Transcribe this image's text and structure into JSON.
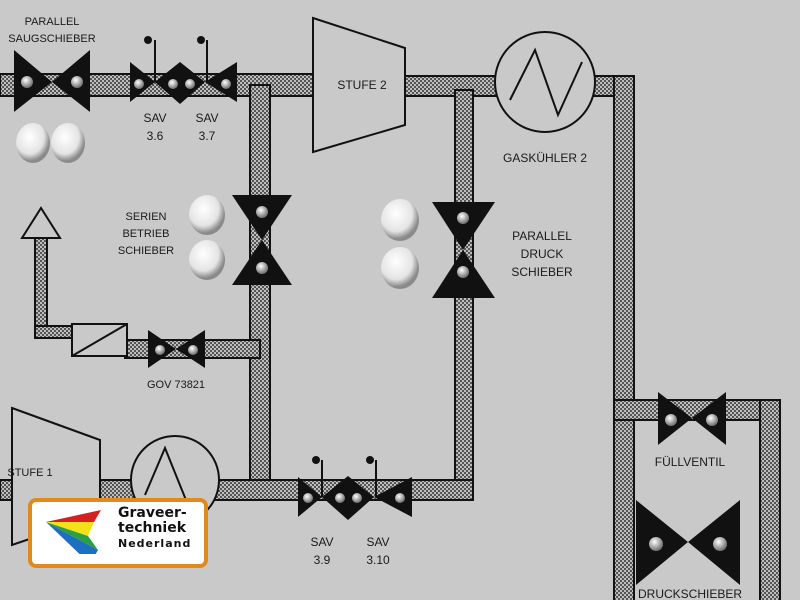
{
  "labels": {
    "parallel_saugschieber": [
      "PARALLEL",
      "SAUGSCHIEBER"
    ],
    "sav_36": [
      "SAV",
      "3.6"
    ],
    "sav_37": [
      "SAV",
      "3.7"
    ],
    "stufe2": "STUFE 2",
    "gaskuehler2": "GASKÜHLER 2",
    "serien_betrieb_schieber": [
      "SERIEN",
      "BETRIEB",
      "SCHIEBER"
    ],
    "parallel_druck_schieber": [
      "PARALLEL",
      "DRUCK",
      "SCHIEBER"
    ],
    "gov": "GOV 73821",
    "stufe1": "STUFE 1",
    "sav_39": [
      "SAV",
      "3.9"
    ],
    "sav_310": [
      "SAV",
      "3.10"
    ],
    "fuellventil": "FÜLLVENTIL",
    "druckschieber": "DRUCKSCHIEBER"
  },
  "logo": {
    "line1": "Graveer-",
    "line2": "techniek",
    "line3": "Nederland"
  },
  "colors": {
    "panel": "#c9c9c9",
    "ink": "#111111",
    "logo_border": "#e08a1c"
  }
}
